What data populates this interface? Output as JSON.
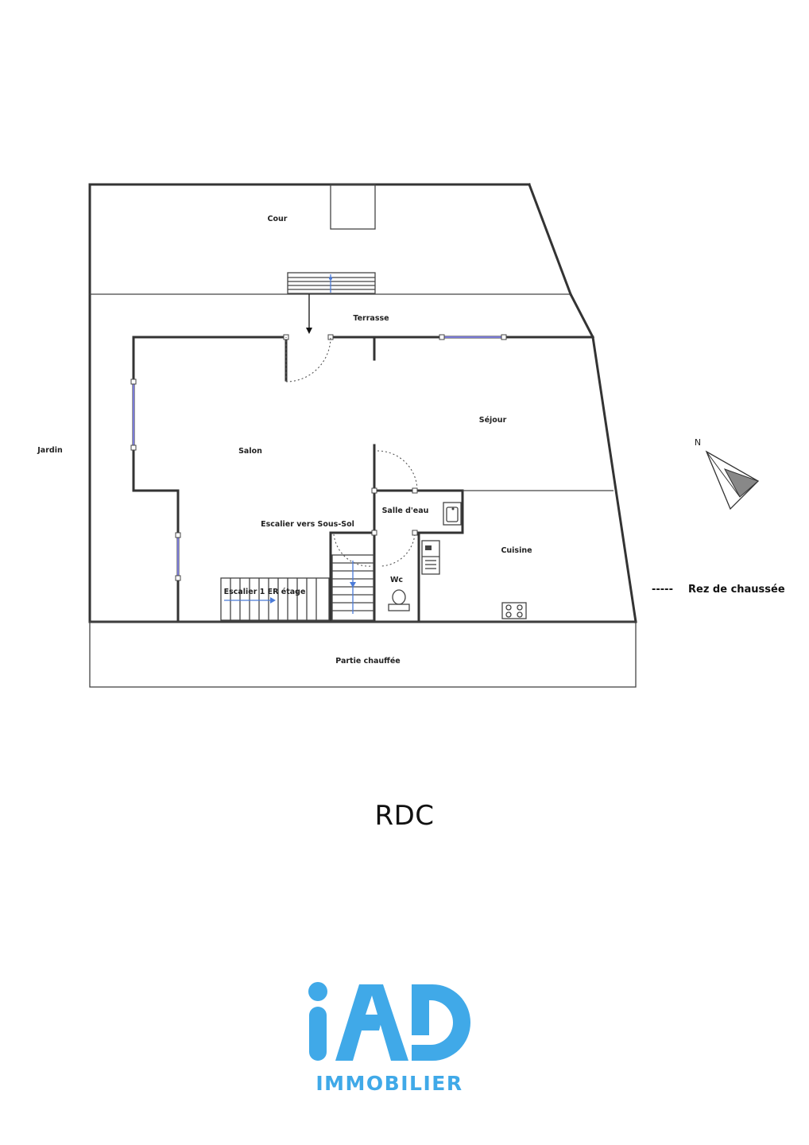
{
  "plan": {
    "rooms": {
      "cour": "Cour",
      "terrasse": "Terrasse",
      "jardin": "Jardin",
      "sejour": "Séjour",
      "salon": "Salon",
      "salle_deau": "Salle d'eau",
      "escalier_sous_sol": "Escalier vers Sous-Sol",
      "cuisine": "Cuisine",
      "wc": "Wc",
      "escalier_etage": "Escalier 1 ER étage",
      "partie_chauffee": "Partie chauffée"
    },
    "north_label": "N",
    "legend": {
      "marker": "-----",
      "label": "Rez de chaussée"
    }
  },
  "level_title": "RDC",
  "brand": {
    "logo_text": "iAD",
    "name": "IMMOBILIER",
    "color": "#40a9e8"
  }
}
